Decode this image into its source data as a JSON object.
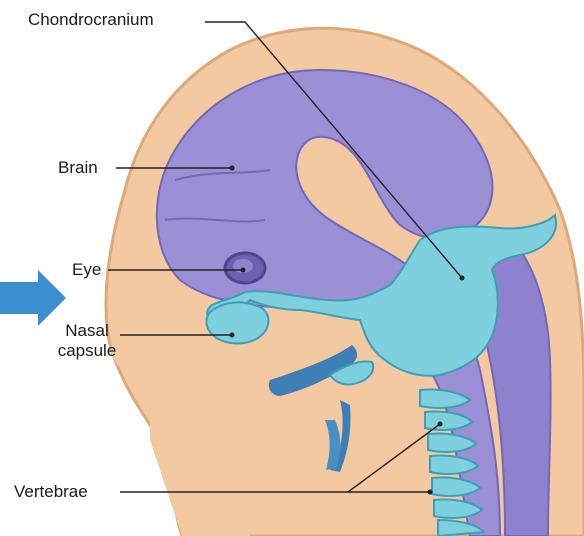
{
  "labels": {
    "chondrocranium": "Chondrocranium",
    "brain": "Brain",
    "eye": "Eye",
    "nasal_line1": "Nasal",
    "nasal_line2": "capsule",
    "vertebrae": "Vertebrae"
  },
  "colors": {
    "skin": "#f2c9a0",
    "skin_edge": "#e0a878",
    "brain": "#9b8fd6",
    "brain_shadow": "#7467b8",
    "cartilage": "#7fd0de",
    "cartilage_shadow": "#3c9fb8",
    "arch": "#3f7fb8",
    "arrow": "#3b8fd0",
    "leader": "#222222"
  },
  "icons": {
    "pointer": "arrow-right-icon"
  }
}
